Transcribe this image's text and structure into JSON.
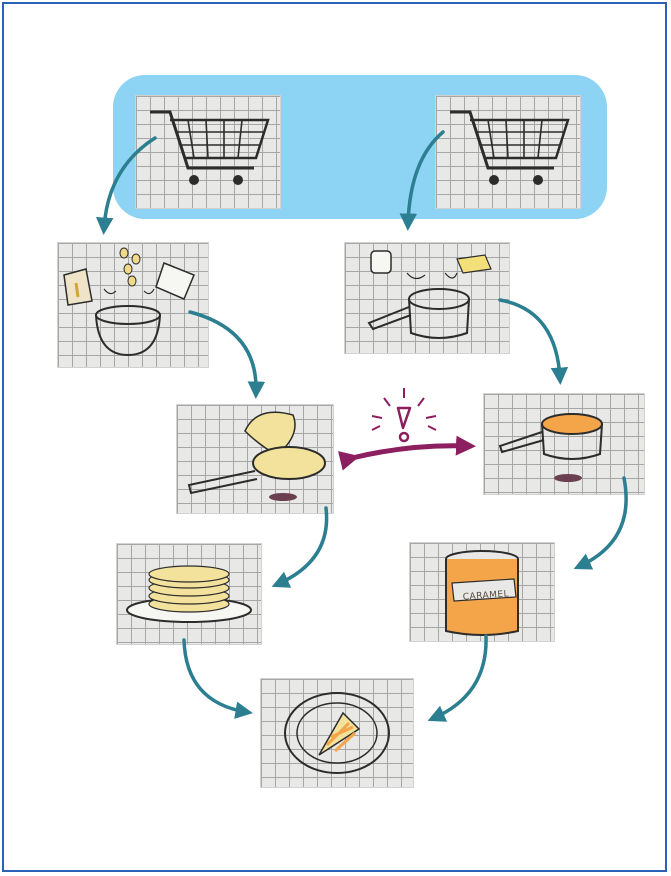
{
  "diagram": {
    "nodes": [
      {
        "id": "cart-left",
        "icon": "shopping-cart-icon"
      },
      {
        "id": "cart-right",
        "icon": "shopping-cart-icon"
      },
      {
        "id": "mix-ingredients",
        "icon": "mixing-bowl-icon"
      },
      {
        "id": "saucepan-ingredients",
        "icon": "saucepan-butter-icon"
      },
      {
        "id": "frying-pan-flip",
        "icon": "crepe-flip-icon"
      },
      {
        "id": "saucepan-caramel",
        "icon": "caramel-cooking-icon"
      },
      {
        "id": "crepe-stack",
        "icon": "crepe-stack-icon"
      },
      {
        "id": "caramel-jar",
        "icon": "caramel-jar-icon",
        "label": "CARAMEL"
      },
      {
        "id": "final-plate",
        "icon": "plated-crepe-icon"
      }
    ],
    "warning": {
      "icon": "exclamation-icon",
      "connector": "double-arrow-icon"
    }
  },
  "colors": {
    "band": "#8dd3f3",
    "arrow": "#2b7f91",
    "warning": "#8b1f5f",
    "caramel": "#f4a54a",
    "crepe": "#f3e29b",
    "frame": "#2a62b8"
  }
}
